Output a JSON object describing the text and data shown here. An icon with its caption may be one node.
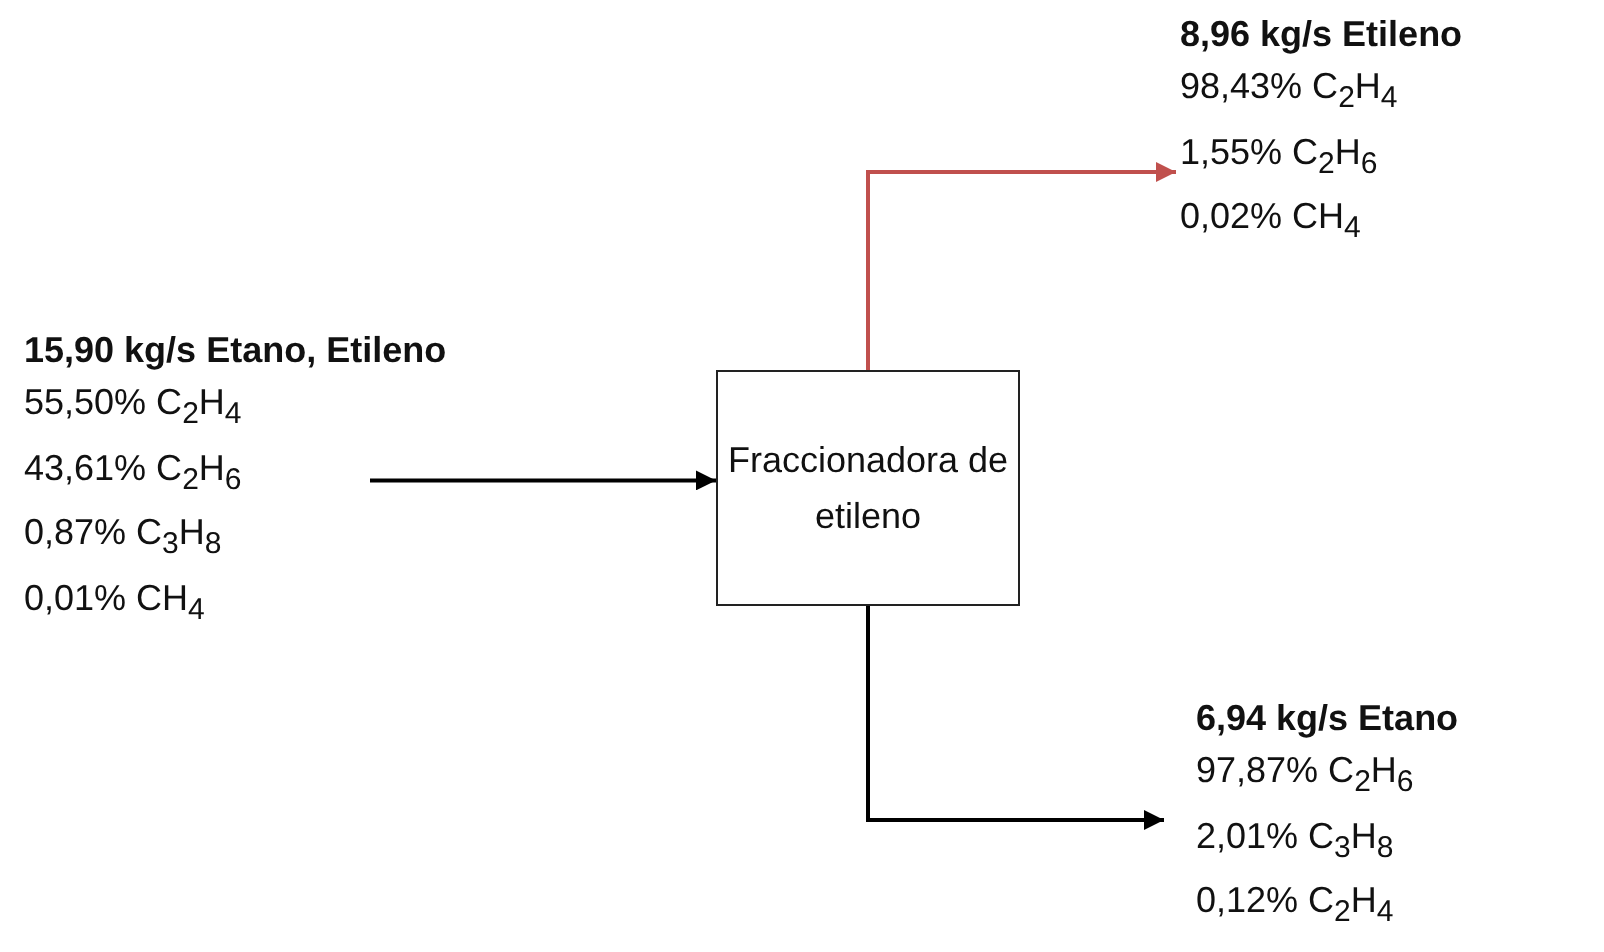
{
  "diagram": {
    "nodes": [
      {
        "text": [
          "15,90 kg/s Etano, Etileno",
          "55,50% C$_{2}$H$_{4}$",
          "43,61% C$_{2}$H$_{6}$",
          "0,87% C$_{3}$H$_{8}$",
          "0,01% CH$_{4}$"
        ]
      },
      {
        "text": [
          "Fraccionadora de etileno"
        ]
      },
      {
        "text": [
          "8,96 kg/s Etileno",
          "98,43% C$_{2}$H$_{4}$",
          "1,55% C$_{2}$H$_{6}$",
          "0,02% CH$_{4}$"
        ]
      },
      {
        "text": [
          "6,94 kg/s Etano",
          "97,87% C$_{2}$H$_{6}$",
          "2,01% C$_{3}$H$_{8}$",
          "0,12% C$_{2}$H$_{4}$"
        ]
      }
    ],
    "edges": [
      {
        "from": 0,
        "to": 1,
        "arrow": "to"
      },
      {
        "from": 1,
        "to": 2,
        "arrow": "to",
        "color": "#c0504d"
      },
      {
        "from": 1,
        "to": 3,
        "arrow": "to"
      }
    ]
  }
}
